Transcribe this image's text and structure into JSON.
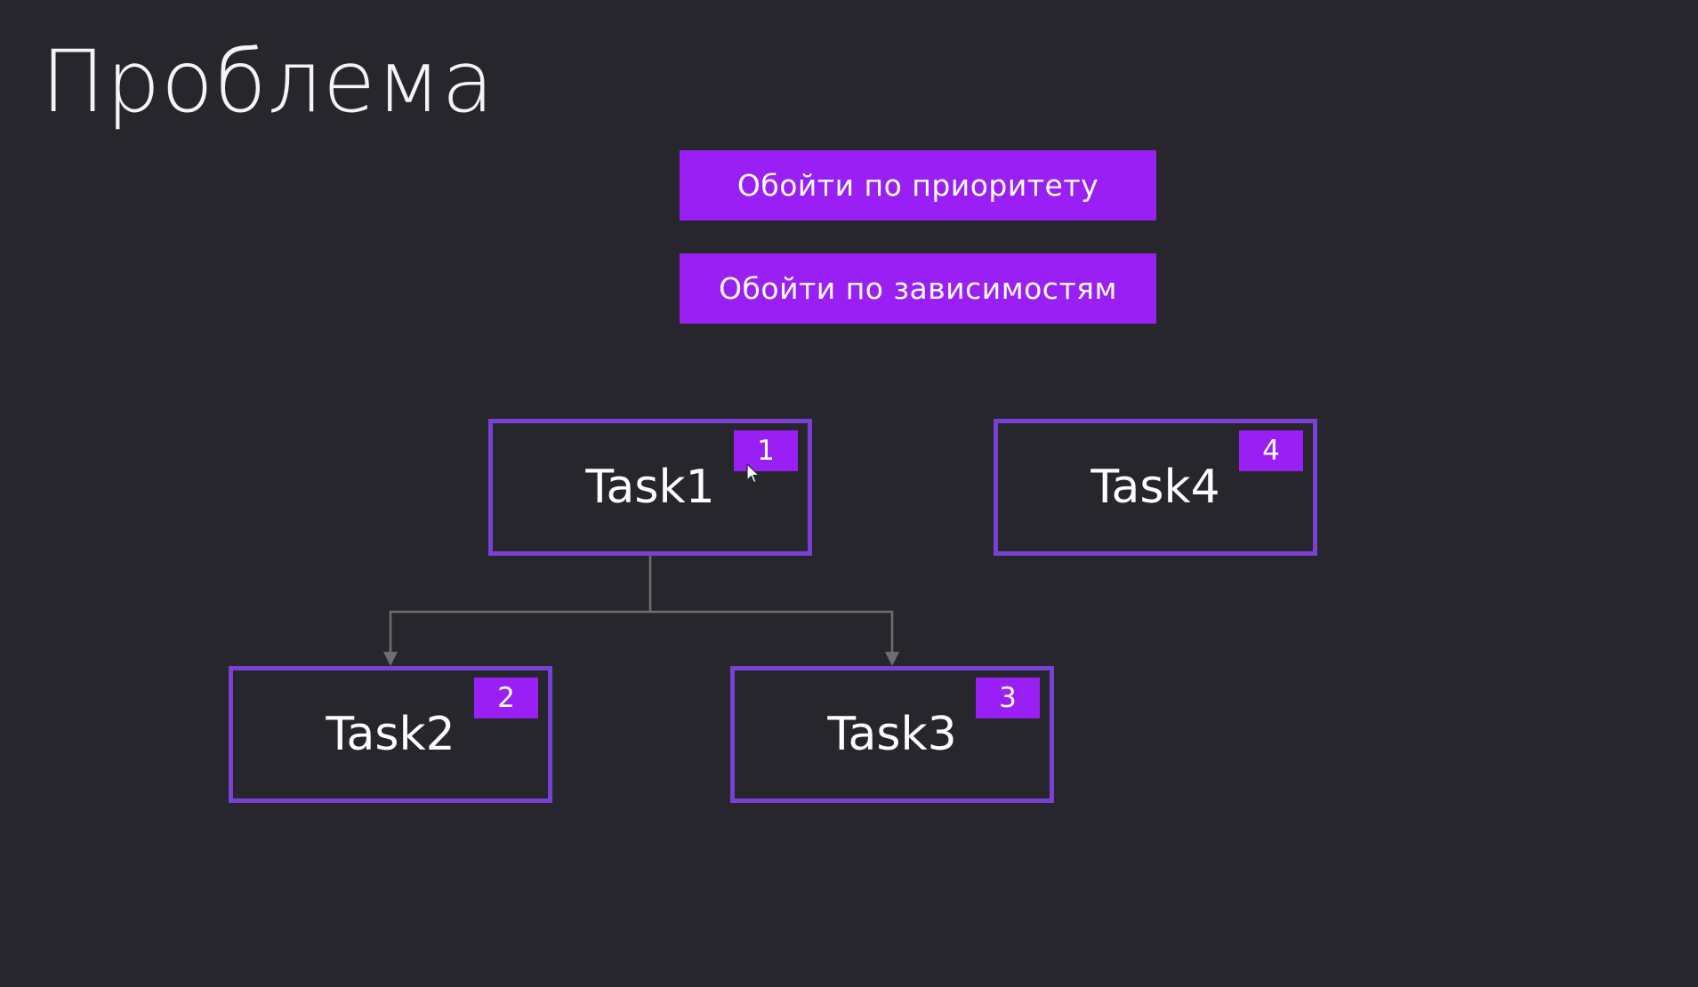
{
  "title": "Проблема",
  "buttons": {
    "priority_label": "Обойти по приоритету",
    "dependencies_label": "Обойти по зависимостям"
  },
  "tasks": [
    {
      "label": "Task1",
      "priority": "1"
    },
    {
      "label": "Task2",
      "priority": "2"
    },
    {
      "label": "Task3",
      "priority": "3"
    },
    {
      "label": "Task4",
      "priority": "4"
    }
  ],
  "edges": [
    {
      "from": "Task1",
      "to": "Task2"
    },
    {
      "from": "Task1",
      "to": "Task3"
    }
  ],
  "colors": {
    "background": "#26262c",
    "accent": "#9a1ff5",
    "box_border": "#7a40d6",
    "connector": "#6e6e72"
  },
  "icons": {
    "cursor": "mouse-pointer-icon",
    "arrow": "arrow-down-icon"
  }
}
